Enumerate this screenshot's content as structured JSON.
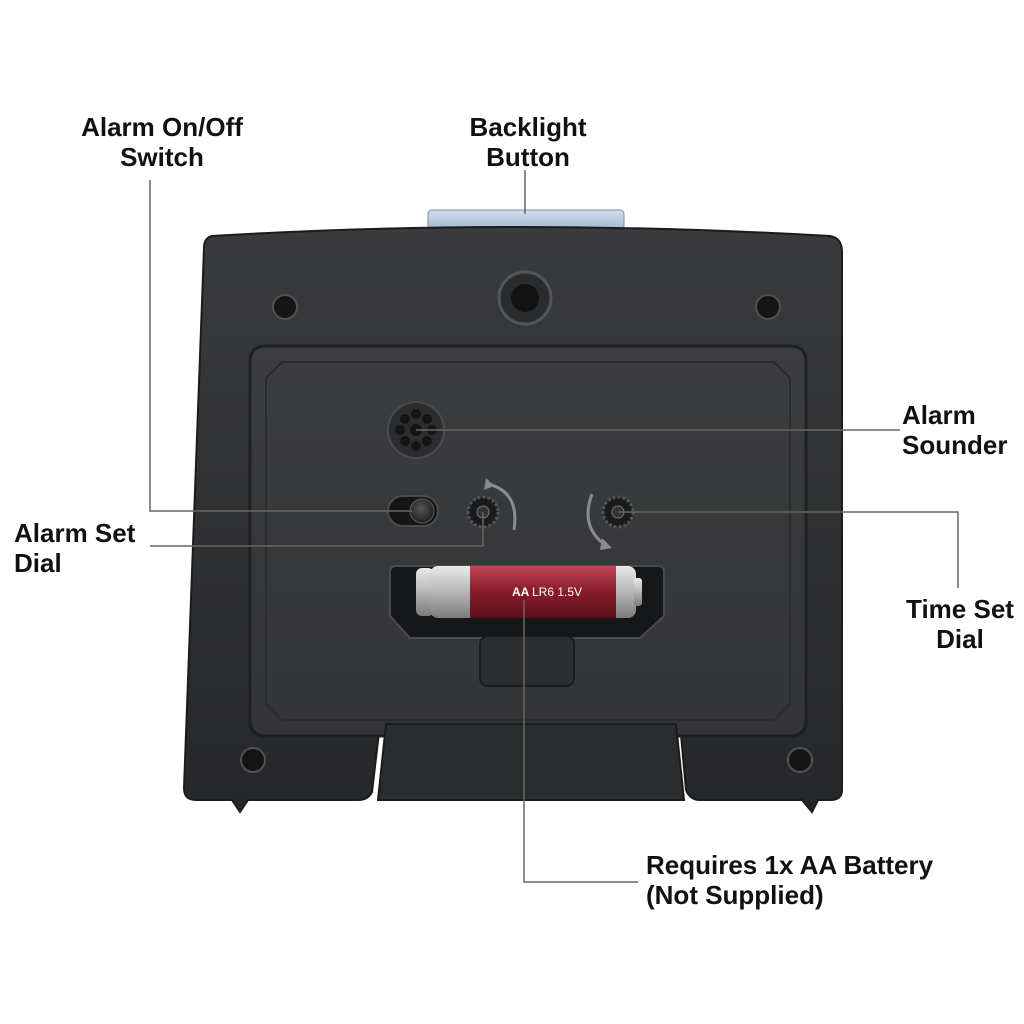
{
  "labels": {
    "alarm_switch": [
      "Alarm On/Off",
      "Switch"
    ],
    "backlight": [
      "Backlight",
      "Button"
    ],
    "alarm_sounder": [
      "Alarm",
      "Sounder"
    ],
    "alarm_set_dial": [
      "Alarm Set",
      "Dial"
    ],
    "time_set_dial": [
      "Time Set",
      "Dial"
    ],
    "battery": [
      "Requires 1x AA Battery",
      "(Not Supplied)"
    ]
  },
  "battery_print": {
    "size": "AA",
    "code": "LR6 1.5V"
  },
  "colors": {
    "body": "#2e2f31",
    "panel": "#38393b",
    "backlight_button": "#b9c8dd",
    "battery_label": "#8e1e2c",
    "leader_line": "#666666",
    "label_text": "#111111"
  }
}
